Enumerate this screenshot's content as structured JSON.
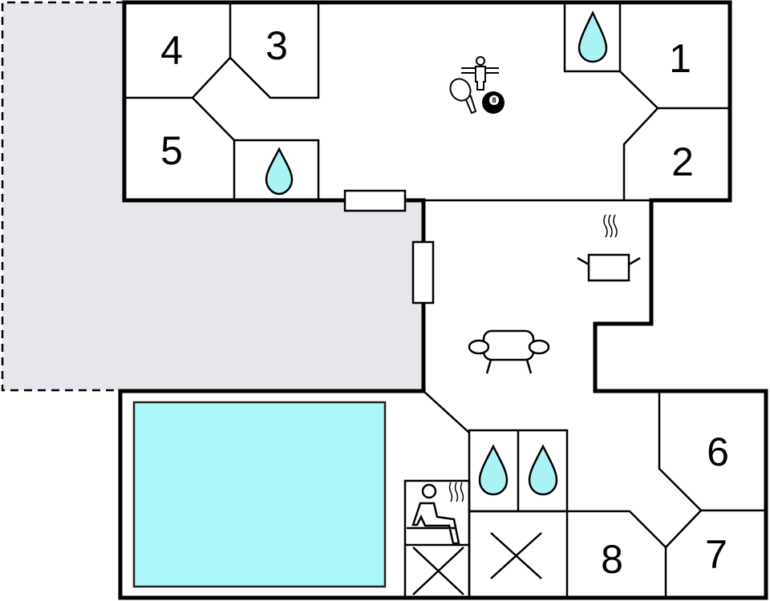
{
  "colors": {
    "terrace": "#e6e6ec",
    "pool": "#aaf7f9",
    "water_drop": "#aaf3f5",
    "walls": "#000000"
  },
  "rooms": [
    {
      "label": "1"
    },
    {
      "label": "2"
    },
    {
      "label": "3"
    },
    {
      "label": "4"
    },
    {
      "label": "5"
    },
    {
      "label": "6"
    },
    {
      "label": "7"
    },
    {
      "label": "8"
    }
  ],
  "icons": [
    "water-drop-icon",
    "table-tennis-icon",
    "table-football-icon",
    "billiard-8-ball-icon",
    "cooking-pot-icon",
    "sofa-icon",
    "sauna-icon",
    "storage-x-icon"
  ],
  "billiard_ball_label": "8"
}
